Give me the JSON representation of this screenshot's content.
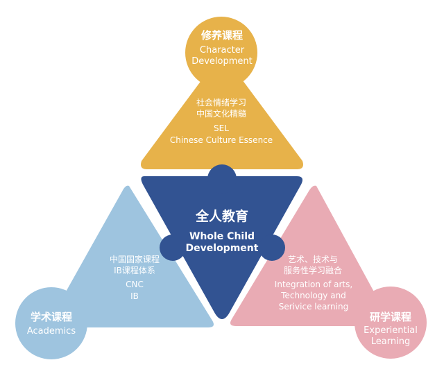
{
  "colors": {
    "top": "#E7B24A",
    "left": "#9EC4DF",
    "right": "#E9ABB4",
    "center": "#325392",
    "text": "#FFFFFF"
  },
  "top": {
    "title_cn": "修养课程",
    "title_en_line1": "Character",
    "title_en_line2": "Development",
    "body_line1": "社会情绪学习",
    "body_line2": "中国文化精髓",
    "body_line3": "SEL",
    "body_line4": "Chinese Culture Essence"
  },
  "left": {
    "title_cn": "学术课程",
    "title_en": "Academics",
    "body_line1": "中国国家课程",
    "body_line2": "IB课程体系",
    "body_line3": "CNC",
    "body_line4": "IB"
  },
  "right": {
    "title_cn": "研学课程",
    "title_en_line1": "Experiential",
    "title_en_line2": "Learning",
    "body_line1": "艺术、技术与",
    "body_line2": "服务性学习融合",
    "body_line3": "Integration of arts,",
    "body_line4": "Technology and",
    "body_line5": "Serivice learning"
  },
  "center": {
    "title_cn": "全人教育",
    "title_en_line1": "Whole Child",
    "title_en_line2": "Development"
  }
}
